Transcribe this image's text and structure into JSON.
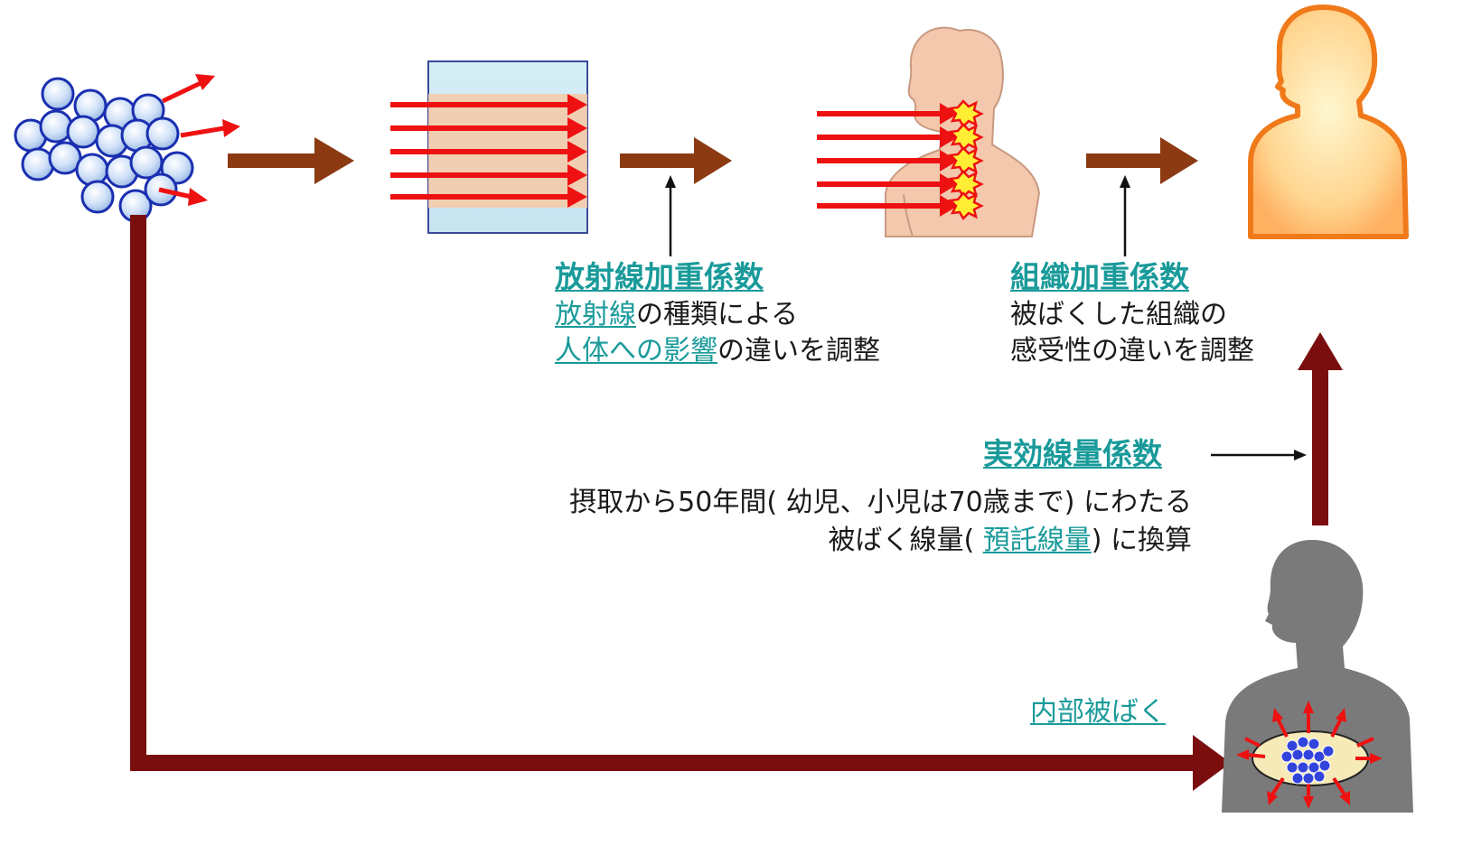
{
  "radiation_weight": {
    "title": "放射線加重係数",
    "line1_link": "放射線",
    "line1_rest": "の種類による",
    "line2_link": "人体への影響",
    "line2_rest": "の違いを調整"
  },
  "tissue_weight": {
    "title": "組織加重係数",
    "line1": "被ばくした組織の",
    "line2": "感受性の違いを調整"
  },
  "effective_dose": {
    "title": "実効線量係数",
    "line1": "摂取から50年間( 幼児、小児は70歳まで) にわたる",
    "line2_pre": "被ばく線量( ",
    "line2_link": "預託線量",
    "line2_post": ") に換算"
  },
  "internal_exposure": {
    "label": "内部被ばく"
  },
  "colors": {
    "teal_link": "#1a9a9a",
    "flow_arrow": "#8b3a12",
    "long_arrow": "#7a0e0e",
    "ray": "#ee1111",
    "particle": "#2244cc"
  }
}
